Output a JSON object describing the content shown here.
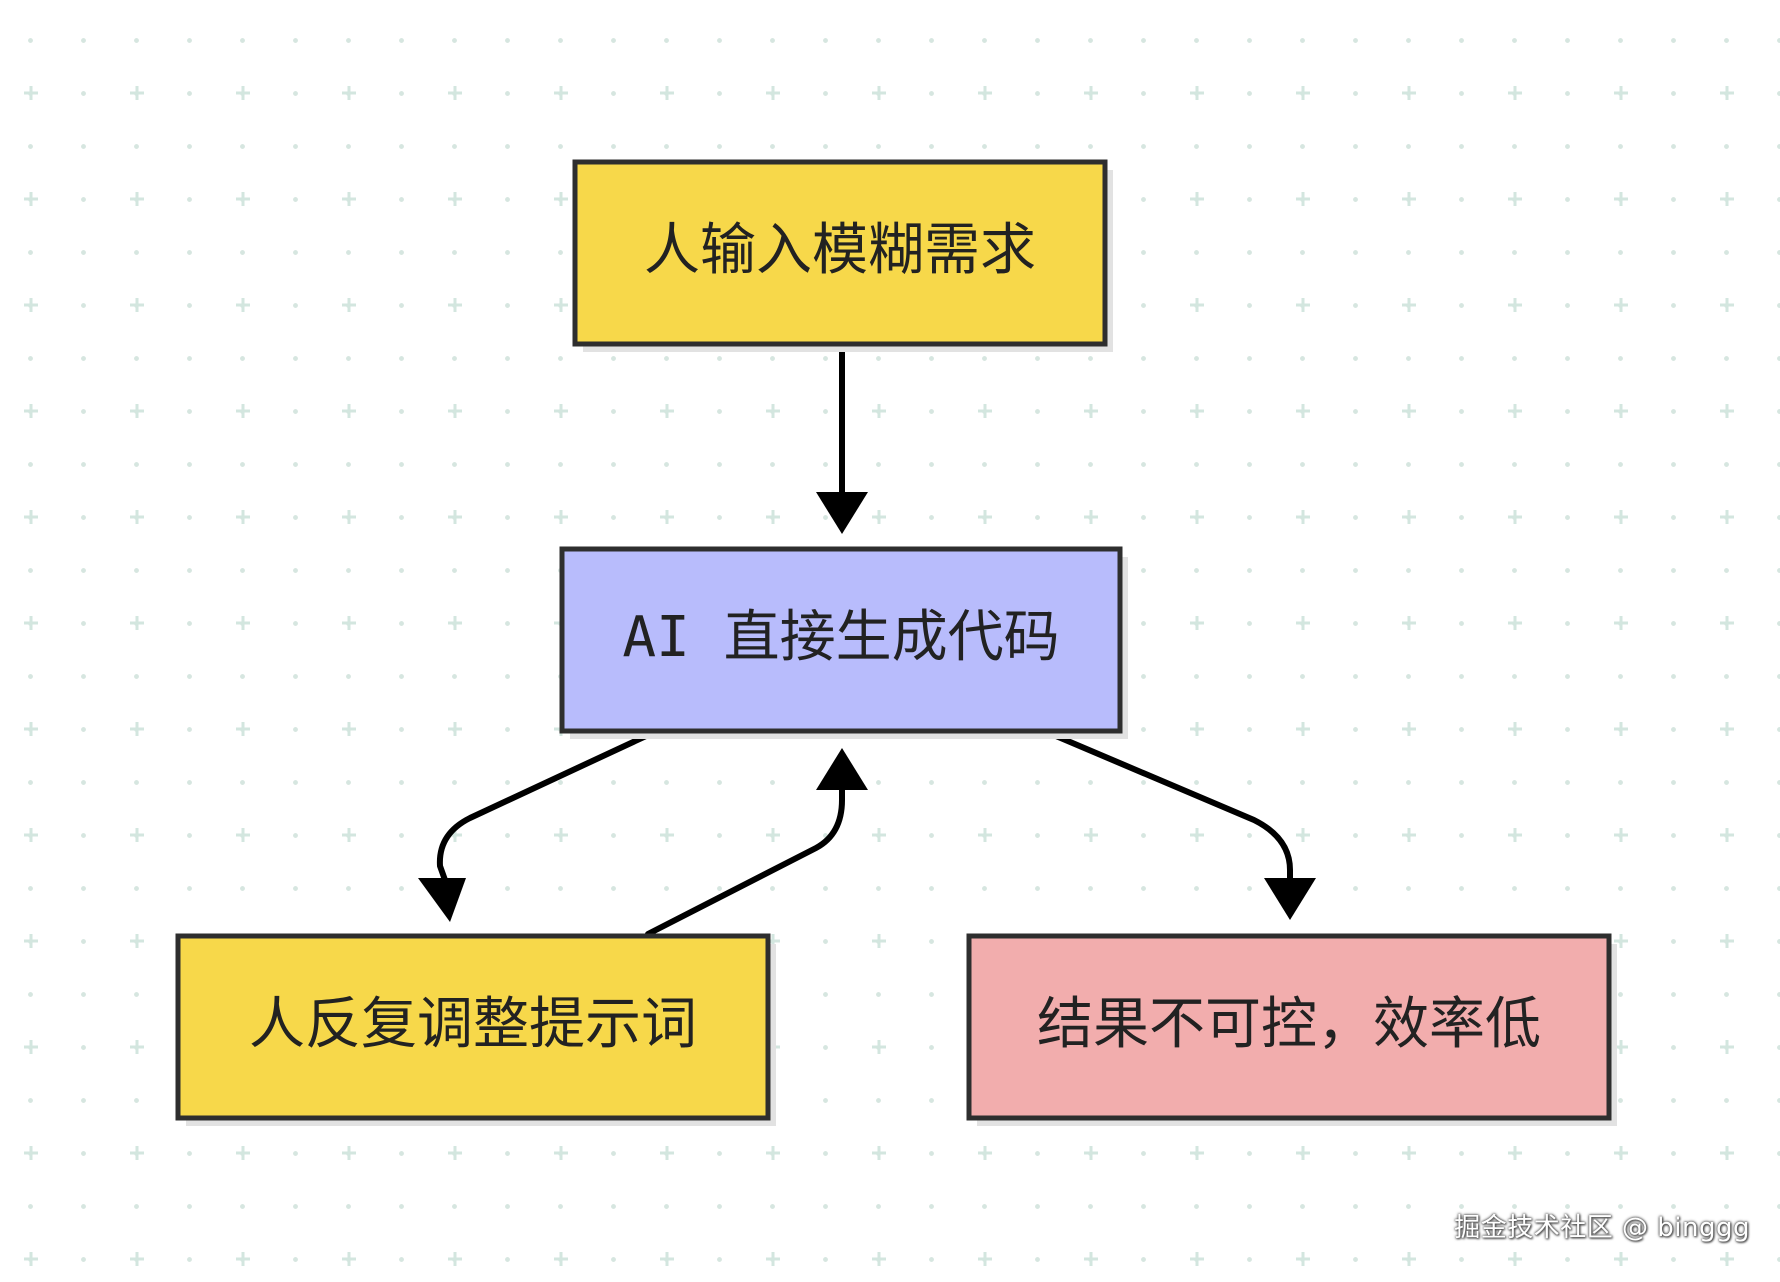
{
  "diagram": {
    "nodes": {
      "fuzzy_request": {
        "label": "人输入模糊需求",
        "color": "#f7d84a"
      },
      "ai_generate": {
        "label": "AI 直接生成代码",
        "color": "#b8bcfc"
      },
      "adjust_prompt": {
        "label": "人反复调整提示词",
        "color": "#f7d84a"
      },
      "result": {
        "label": "结果不可控，效率低",
        "color": "#f2adad"
      }
    },
    "edges": [
      {
        "from": "人输入模糊需求",
        "to": "AI 直接生成代码"
      },
      {
        "from": "AI 直接生成代码",
        "to": "人反复调整提示词"
      },
      {
        "from": "人反复调整提示词",
        "to": "AI 直接生成代码"
      },
      {
        "from": "AI 直接生成代码",
        "to": "结果不可控，效率低"
      }
    ]
  },
  "watermark": {
    "text": "掘金技术社区 @ binggg"
  },
  "colors": {
    "background": "#ffffff",
    "grid_dot": "#d6e6e0",
    "border": "#2e2e2e",
    "edge": "#000000"
  }
}
